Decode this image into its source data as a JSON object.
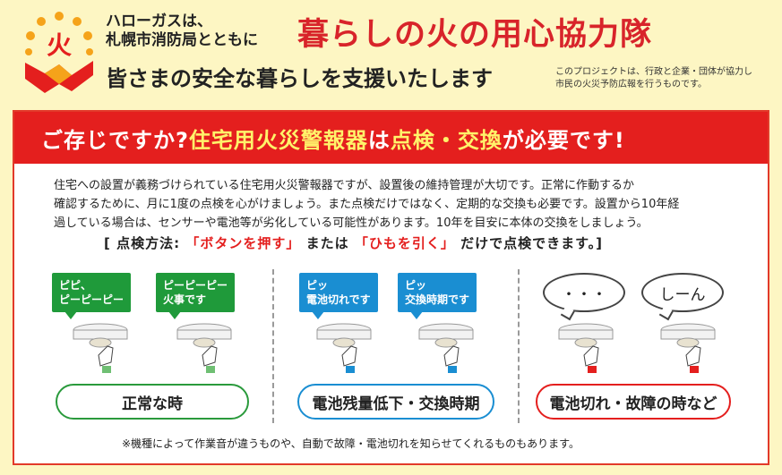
{
  "header": {
    "org_line1": "ハローガスは、",
    "org_line2": "札幌市消防局とともに",
    "title": "暮らしの火の用心協力隊",
    "subtitle": "皆さまの安全な暮らしを支援いたします",
    "note_line1": "このプロジェクトは、行政と企業・団体が協力し",
    "note_line2": "市民の火災予防広報を行うものです。",
    "logo_char": "火"
  },
  "banner": {
    "part1": "ご存じですか?",
    "part2": "住宅用火災警報器",
    "part3": "は",
    "part4": "点検・交換",
    "part5": "が必要です!"
  },
  "body": {
    "line1": "住宅への設置が義務づけられている住宅用火災警報器ですが、設置後の維持管理が大切です。正常に作動するか",
    "line2": "確認するために、月に1度の点検を心がけましょう。また点検だけではなく、定期的な交換も必要です。設置から10年経",
    "line3": "過している場合は、センサーや電池等が劣化している可能性があります。10年を目安に本体の交換をしましょう。"
  },
  "method": {
    "open": "[ 点検方法:",
    "opt1": "「ボタンを押す」",
    "mid": "または",
    "opt2": "「ひもを引く」",
    "close": "だけで点検できます。]"
  },
  "panels": {
    "normal": {
      "bubble1_line1": "ピピ、",
      "bubble1_line2": "ピーピーピー",
      "bubble2_line1": "ピーピーピー",
      "bubble2_line2": "火事です",
      "label": "正常な時"
    },
    "battery_low": {
      "bubble1_line1": "ピッ",
      "bubble1_line2": "電池切れです",
      "bubble2_line1": "ピッ",
      "bubble2_line2": "交換時期です",
      "label": "電池残量低下・交換時期"
    },
    "failure": {
      "bubble1": "・・・",
      "bubble2": "しーん",
      "label": "電池切れ・故障の時など"
    }
  },
  "footnote": "※機種によって作業音が違うものや、自動で故障・電池切れを知らせてくれるものもあります。",
  "colors": {
    "red": "#e41f1e",
    "yellow_highlight": "#fff36a",
    "green": "#1f9a3a",
    "blue": "#1a8ed2",
    "background": "#fdf6c3"
  }
}
